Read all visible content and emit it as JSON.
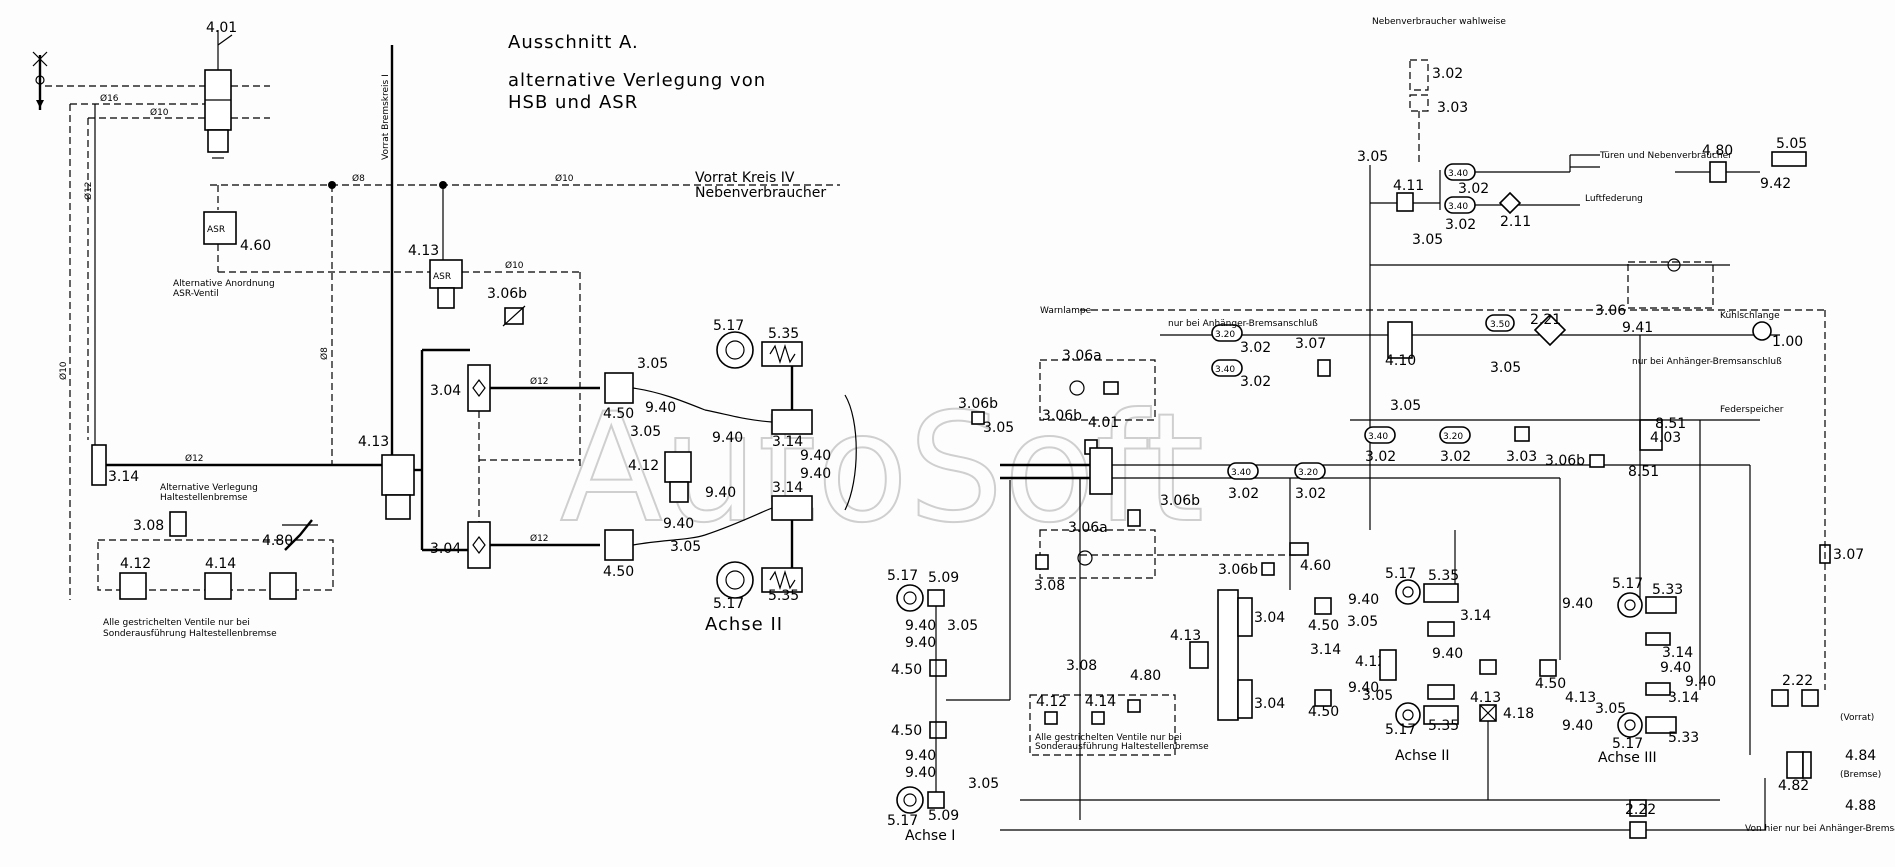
{
  "title_block": {
    "section": "Ausschnitt A.",
    "subtitle_line1": "alternative Verlegung von",
    "subtitle_line2": "HSB und ASR"
  },
  "left_labels": {
    "vorrat_bremskreis": "Vorrat Bremskreis I",
    "vorrat_kreis_iv": "Vorrat Kreis IV",
    "nebenverbraucher": "Nebenverbraucher",
    "alt_anordnung": "Alternative Anordnung",
    "asr_ventil": "ASR-Ventil",
    "alt_verlegung": "Alternative Verlegung",
    "haltestellenbremse": "Haltestellenbremse",
    "gestrichelt_1": "Alle gestrichelten Ventile nur bei",
    "gestrichelt_2": "Sonderausführung Haltestellenbremse",
    "achse_ii": "Achse II",
    "asr": "ASR"
  },
  "right_labels": {
    "nebenverbraucher_wahlweise": "Nebenverbraucher wahlweise",
    "tueren": "Türen und Nebenverbraucher",
    "luftfederung": "Luftfederung",
    "warnlampe": "Warnlampe",
    "nur_anh": "nur bei Anhänger-Bremsanschluß",
    "kuehlschlange": "Kühlschlange",
    "federspeicher": "Federspeicher",
    "achse_i": "Achse I",
    "achse_ii": "Achse II",
    "achse_iii": "Achse III",
    "vorrat": "(Vorrat)",
    "bremse": "(Bremse)",
    "von_hier": "Von hier nur bei Anhänger-Bremsanschluß"
  },
  "watermark": "AutoSoft",
  "left_parts": {
    "p401": "4.01",
    "p460": "4.60",
    "p413a": "4.13",
    "p413b": "4.13",
    "p306b": "3.06b",
    "p304a": "3.04",
    "p304b": "3.04",
    "p450a": "4.50",
    "p450b": "4.50",
    "p412": "4.12",
    "p517a": "5.17",
    "p535a": "5.35",
    "p517b": "5.17",
    "p535b": "5.35",
    "p305a": "3.05",
    "p305b": "3.05",
    "p305c": "3.05",
    "p940a": "9.40",
    "p940b": "9.40",
    "p940c": "9.40",
    "p940d": "9.40",
    "p940e": "9.40",
    "p940f": "9.40",
    "p314a": "3.14",
    "p314b": "3.14",
    "p314c": "3.14",
    "p308": "3.08",
    "p412b": "4.12",
    "p414": "4.14",
    "p480": "4.80",
    "d16": "Ø16",
    "d10": "Ø10",
    "d12": "Ø12",
    "d8": "Ø8"
  },
  "right_parts": {
    "p302a": "3.02",
    "p303a": "3.03",
    "p305a": "3.05",
    "p411": "4.11",
    "p340a": "3.40",
    "p302b": "3.02",
    "p340b": "3.40",
    "p302c": "3.02",
    "p305b": "3.05",
    "p211": "2.11",
    "p480": "4.80",
    "p505": "5.05",
    "p942": "9.42",
    "p320a": "3.20",
    "p302d": "3.02",
    "p340c": "3.40",
    "p302e": "3.02",
    "p307a": "3.07",
    "p410": "4.10",
    "p350": "3.50",
    "p221": "2.21",
    "p306c": "3.06",
    "p941": "9.41",
    "p100": "1.00",
    "p305c": "3.05",
    "p306a": "3.06a",
    "p306b": "3.06b",
    "p305d": "3.05",
    "p401": "4.01",
    "p305e": "3.05",
    "p340d": "3.40",
    "p302f": "3.02",
    "p320b": "3.20",
    "p302g": "3.02",
    "p303b": "3.03",
    "p306bb": "3.06b",
    "p851a": "8.51",
    "p403": "4.03",
    "p851b": "8.51",
    "p340e": "3.40",
    "p302h": "3.02",
    "p320c": "3.20",
    "p302i": "3.02",
    "p306bc": "3.06b",
    "p306ab": "3.06a",
    "p308": "3.08",
    "p460": "4.60",
    "p306bd": "3.06b",
    "p517a": "5.17",
    "p509a": "5.09",
    "p940a": "9.40",
    "p305f": "3.05",
    "p450a": "4.50",
    "p450b": "4.50",
    "p940b": "9.40",
    "p517b": "5.17",
    "p509b": "5.09",
    "p413": "4.13",
    "p304a": "3.04",
    "p304b": "3.04",
    "p314a": "3.14",
    "p308b": "3.08",
    "p412": "4.12",
    "p414": "4.14",
    "p480b": "4.80",
    "p412b": "4.12",
    "p418": "4.18",
    "p413b": "4.13",
    "p450c": "4.50",
    "p517c": "5.17",
    "p535a": "5.35",
    "p535b": "5.35",
    "p517d": "5.17",
    "p533a": "5.33",
    "p533b": "5.33",
    "p517e": "5.17",
    "p517f": "5.17",
    "p314b": "3.14",
    "p314c": "3.14",
    "p314d": "3.14",
    "p940c": "9.40",
    "p940d": "9.40",
    "p940e": "9.40",
    "p940f": "9.40",
    "p305g": "3.05",
    "p305h": "3.05",
    "p305i": "3.05",
    "p222a": "2.22",
    "p222b": "2.22",
    "p307b": "3.07",
    "p484": "4.84",
    "p482": "4.82",
    "p488": "4.88"
  }
}
